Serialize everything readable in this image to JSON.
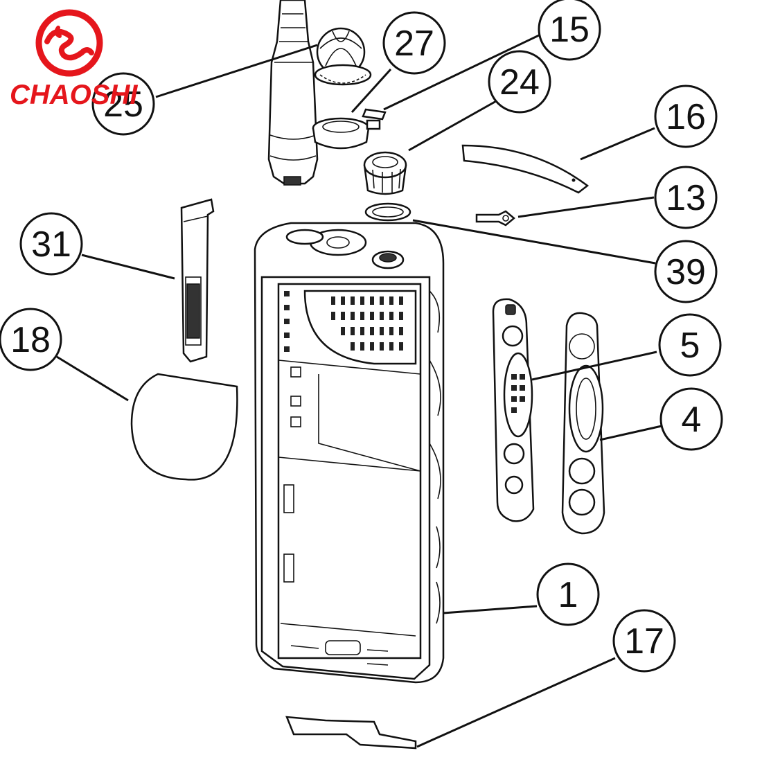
{
  "brand": {
    "name": "CHAOSHI",
    "logo_color": "#e5161c"
  },
  "callouts": [
    {
      "id": "c25",
      "label": "25",
      "part": "antenna"
    },
    {
      "id": "c27",
      "label": "27",
      "part": "antenna-base-ring"
    },
    {
      "id": "c15",
      "label": "15",
      "part": "small-clip"
    },
    {
      "id": "c24",
      "label": "24",
      "part": "knob"
    },
    {
      "id": "c16",
      "label": "16",
      "part": "top-label"
    },
    {
      "id": "c13",
      "label": "13",
      "part": "key-pin"
    },
    {
      "id": "c39",
      "label": "39",
      "part": "o-ring"
    },
    {
      "id": "c31",
      "label": "31",
      "part": "side-latch"
    },
    {
      "id": "c18",
      "label": "18",
      "part": "round-label"
    },
    {
      "id": "c5",
      "label": "5",
      "part": "side-button-panel"
    },
    {
      "id": "c4",
      "label": "4",
      "part": "side-gasket"
    },
    {
      "id": "c1",
      "label": "1",
      "part": "front-housing"
    },
    {
      "id": "c17",
      "label": "17",
      "part": "bottom-label"
    }
  ]
}
